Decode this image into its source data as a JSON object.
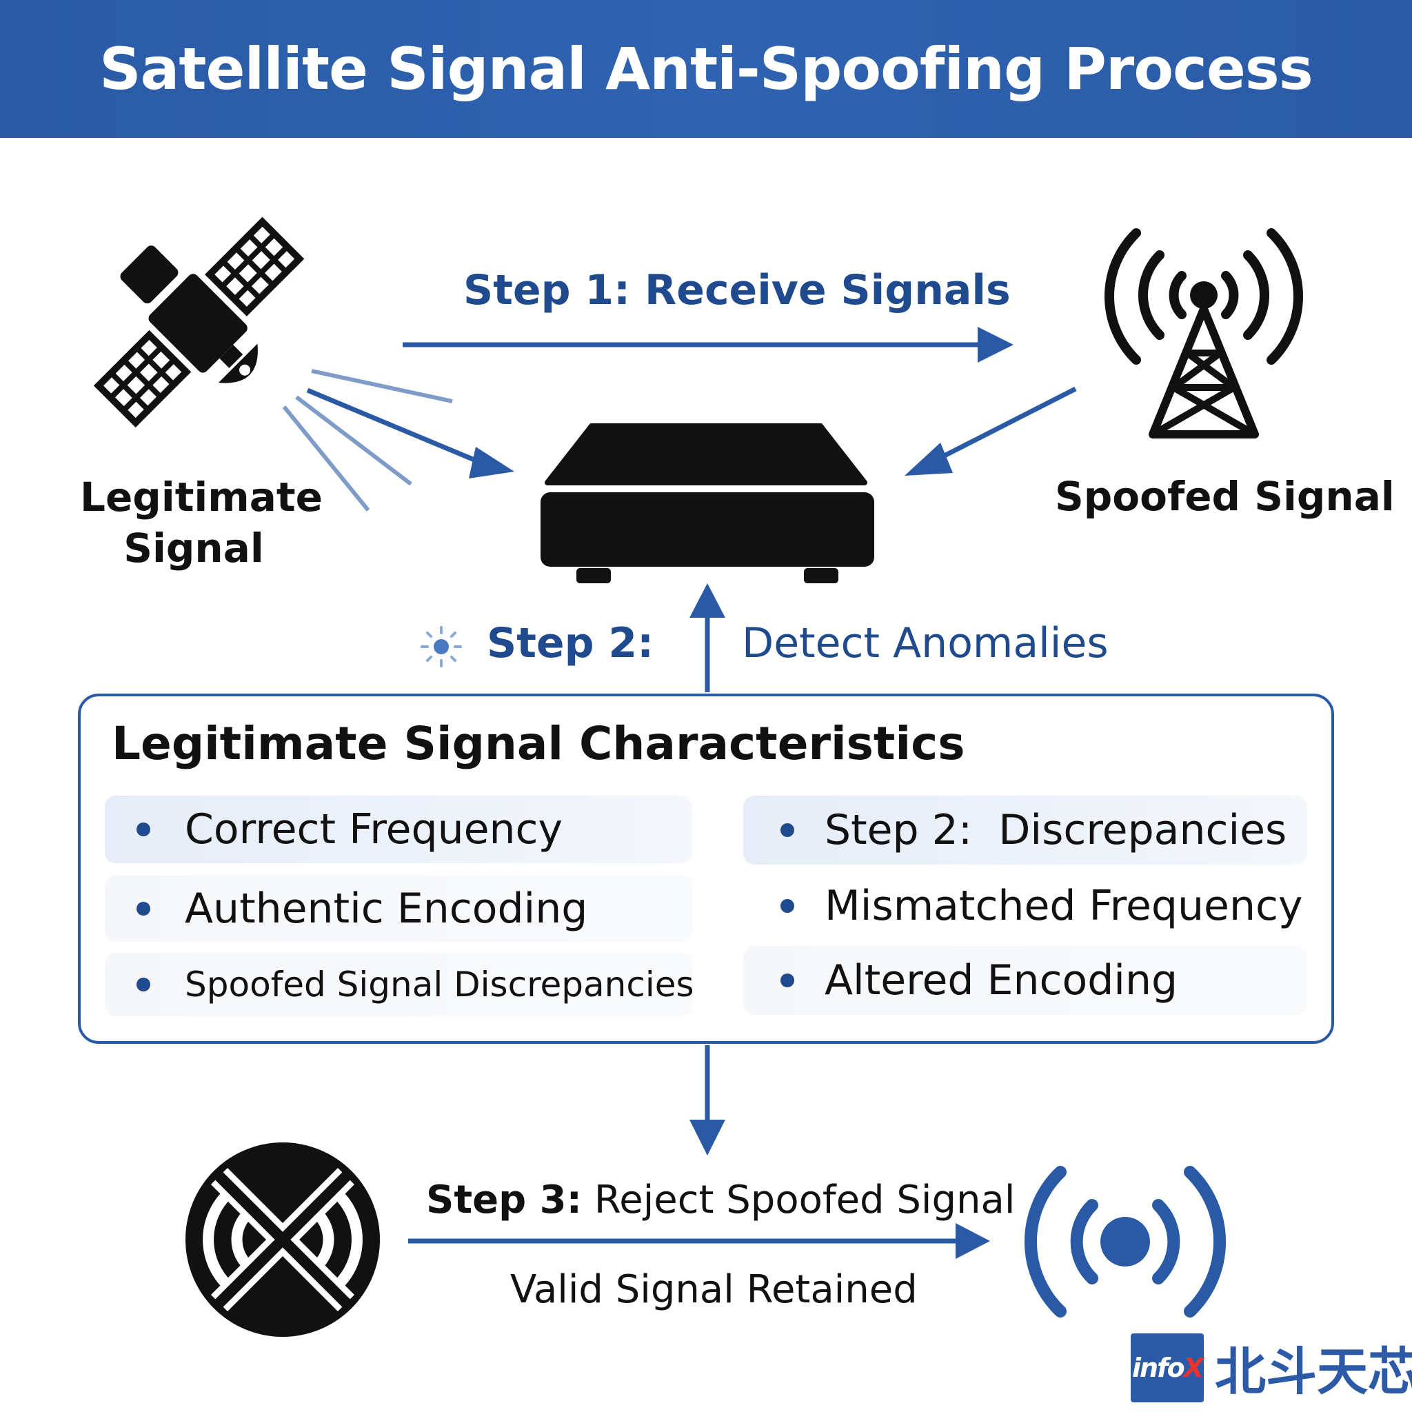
{
  "title": "Satellite Signal Anti-Spoofing Process",
  "source_label": {
    "line1": "Legitimate",
    "line2": "Signal"
  },
  "spoof_label": "Spoofed Signal",
  "step1": "Step 1: Receive Signals",
  "step2": {
    "prefix": "Step 2:",
    "text": "Detect Anomalies"
  },
  "panel": {
    "title": "Legitimate Signal Characteristics",
    "left_items": [
      "Correct Frequency",
      "Authentic Encoding",
      "Spoofed Signal Discrepancies"
    ],
    "right_items": [
      "Step 2:  Discrepancies",
      "Mismatched Frequency",
      "Altered Encoding"
    ]
  },
  "step3": {
    "prefix": "Step 3:",
    "text": "Reject Spoofed Signal"
  },
  "result": "Valid Signal Retained",
  "logo": {
    "box_text_a": "info",
    "box_text_b": "X",
    "name": "北斗天芯"
  },
  "colors": {
    "brand_blue": "#2a5aa5",
    "text_blue": "#1f4b8e",
    "accent_red": "#e8322c"
  },
  "icons": [
    "satellite-icon",
    "broadcast-tower-icon",
    "receiver-device-icon",
    "sun-icon",
    "rejected-signal-icon",
    "valid-signal-icon"
  ]
}
